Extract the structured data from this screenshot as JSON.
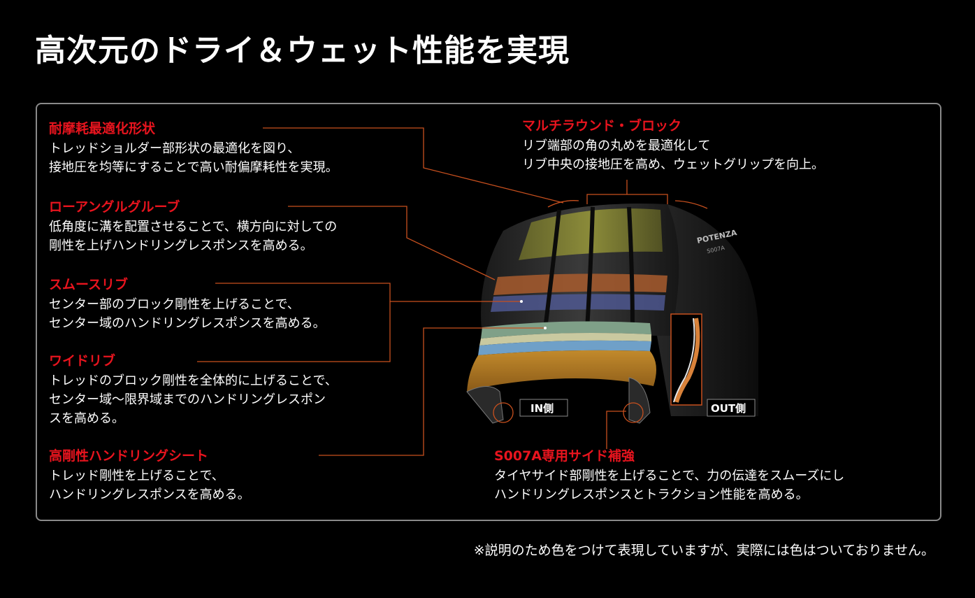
{
  "title": "高次元のドライ＆ウェット性能を実現",
  "features": {
    "wear": {
      "title": "耐摩耗最適化形状",
      "desc": "トレッドショルダー部形状の最適化を図り、\n接地圧を均等にすることで高い耐偏摩耗性を実現。"
    },
    "low_angle": {
      "title": "ローアングルグルーブ",
      "desc": "低角度に溝を配置させることで、横方向に対しての\n剛性を上げハンドリングレスポンスを高める。"
    },
    "smooth_rib": {
      "title": "スムースリブ",
      "desc": "センター部のブロック剛性を上げることで、\nセンター域のハンドリングレスポンスを高める。"
    },
    "wide_rib": {
      "title": "ワイドリブ",
      "desc": "トレッドのブロック剛性を全体的に上げることで、\nセンター域〜限界域までのハンドリングレスポン\nスを高める。"
    },
    "sheet": {
      "title": "高剛性ハンドリングシート",
      "desc": "トレッド剛性を上げることで、\nハンドリングレスポンスを高める。"
    },
    "multi_round": {
      "title": "マルチラウンド・ブロック",
      "desc": "リブ端部の角の丸めを最適化して\nリブ中央の接地圧を高め、ウェットグリップを向上。"
    },
    "side": {
      "title": "S007A専用サイド補強",
      "desc": "タイヤサイド部剛性を上げることで、力の伝達をスムーズにし\nハンドリングレスポンスとトラクション性能を高める。"
    }
  },
  "tire": {
    "in_label": "IN側",
    "out_label": "OUT側",
    "brand_text": "POTENZA",
    "model_text": "S007A"
  },
  "note": "※説明のため色をつけて表現していますが、実際には色はついておりません。",
  "colors": {
    "accent_red": "#e8141e",
    "leader_orange": "#c8501e",
    "panel_border": "#8a8a8a"
  }
}
